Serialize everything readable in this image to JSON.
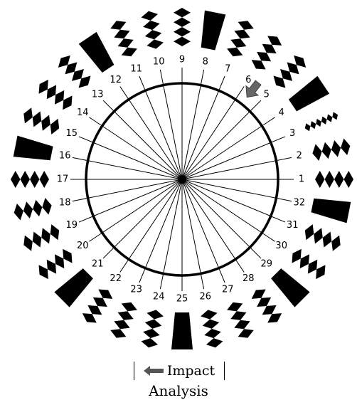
{
  "diagram": {
    "positions": [
      "1",
      "2",
      "3",
      "4",
      "5",
      "6",
      "7",
      "8",
      "9",
      "10",
      "11",
      "12",
      "13",
      "14",
      "15",
      "16",
      "17",
      "18",
      "19",
      "20",
      "21",
      "22",
      "23",
      "24",
      "25",
      "26",
      "27",
      "28",
      "29",
      "30",
      "31",
      "32"
    ],
    "impact_position": "6",
    "legend": {
      "label": "Impact",
      "icon": "arrow-left-icon"
    },
    "caption": "Analysis"
  }
}
